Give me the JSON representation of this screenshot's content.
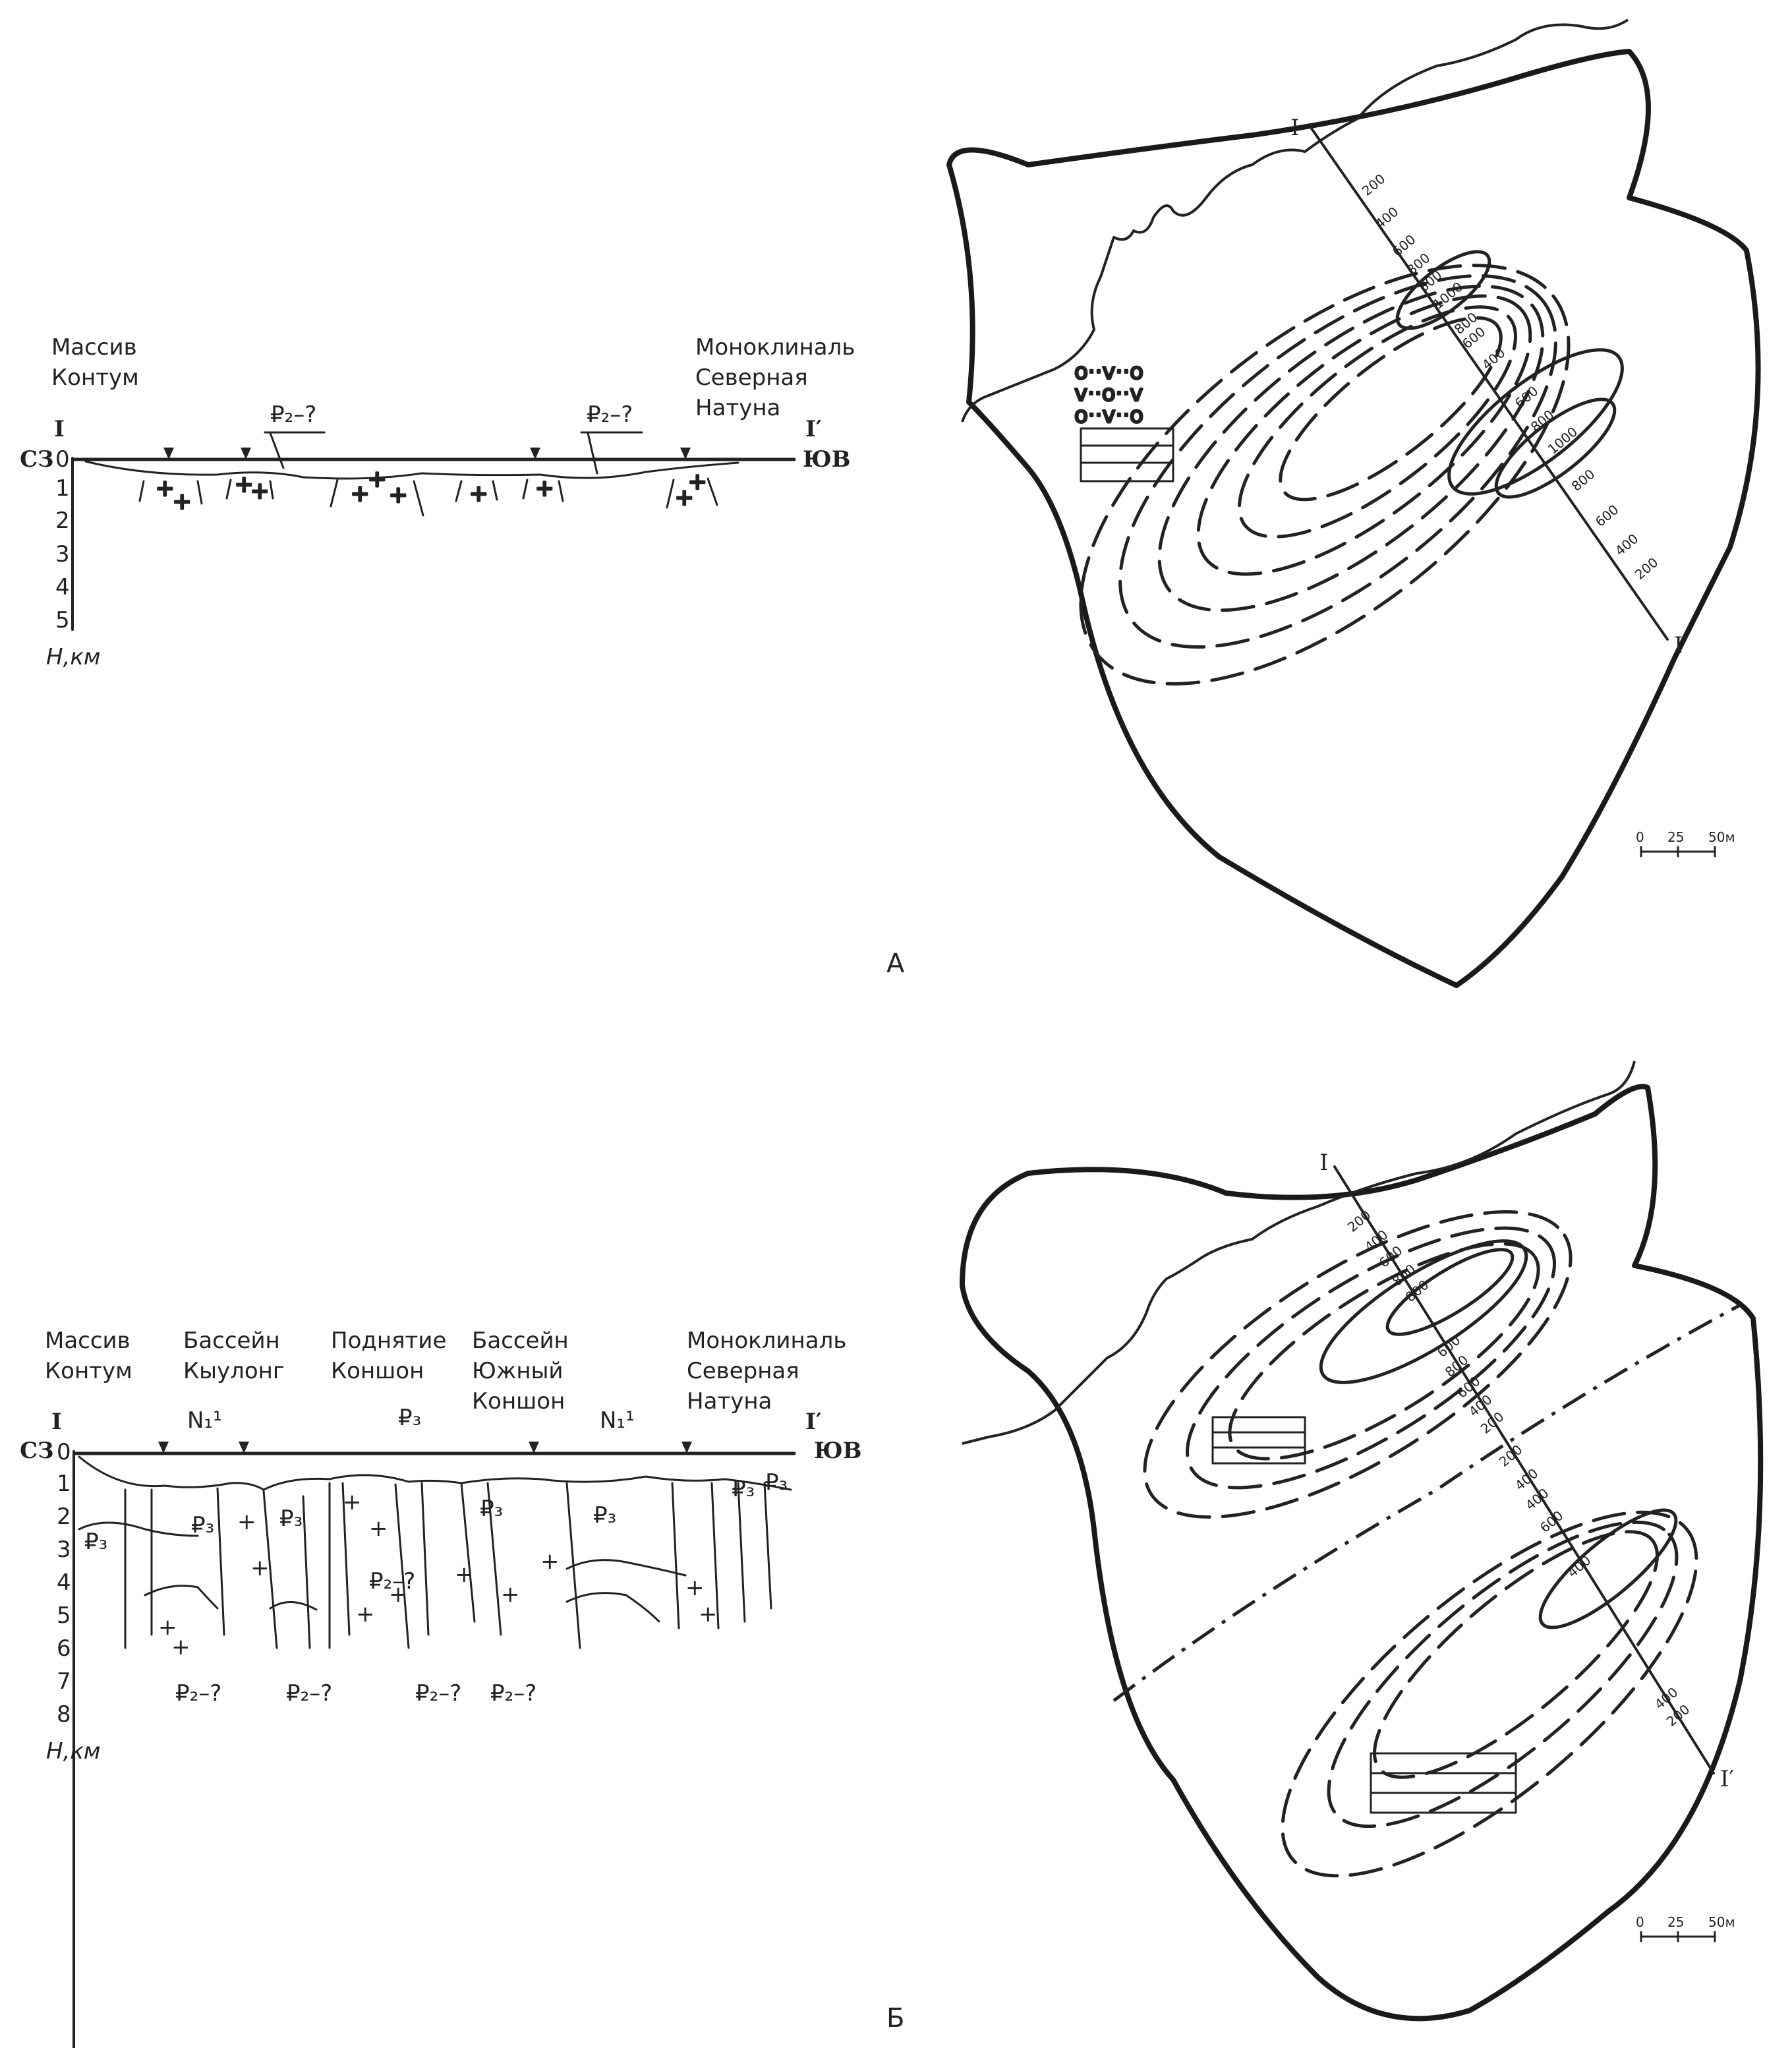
{
  "panel_a": {
    "letter": "А",
    "section": {
      "left_label_1": "Массив",
      "left_label_2": "Контум",
      "right_label_1": "Моноклиналь",
      "right_label_2": "Северная",
      "right_label_3": "Натуна",
      "start_marker": "I",
      "end_marker": "I′",
      "left_direction": "СЗ",
      "right_direction": "ЮВ",
      "depth_ticks": [
        "0",
        "1",
        "2",
        "3",
        "4",
        "5"
      ],
      "depth_axis_label": "H,км",
      "annotation_1": "₽₂–?",
      "annotation_2": "₽₂–?"
    },
    "map": {
      "profile_start": "I",
      "profile_end": "I′",
      "contours": [
        "200",
        "400",
        "600",
        "800",
        "800",
        "1000",
        "800",
        "600",
        "400",
        "600",
        "800",
        "1000",
        "800",
        "600",
        "400",
        "200"
      ],
      "scale": [
        "0",
        "25",
        "50м"
      ]
    }
  },
  "panel_b": {
    "letter": "Б",
    "section": {
      "label_1_a": "Массив",
      "label_1_b": "Контум",
      "label_2_a": "Бассейн",
      "label_2_b": "Кыулонг",
      "label_3_a": "Поднятие",
      "label_3_b": "Коншон",
      "label_4_a": "Бассейн",
      "label_4_b": "Южный",
      "label_4_c": "Коншон",
      "label_5_a": "Моноклиналь",
      "label_5_b": "Северная",
      "label_5_c": "Натуна",
      "start_marker": "I",
      "end_marker": "I′",
      "left_direction": "СЗ",
      "right_direction": "ЮВ",
      "depth_ticks": [
        "0",
        "1",
        "2",
        "3",
        "4",
        "5",
        "6",
        "7",
        "8"
      ],
      "depth_axis_label": "H,км",
      "n1_label_1": "N₁¹",
      "n1_label_2": "N₁¹",
      "p3_labels": [
        "₽₃",
        "₽₃",
        "₽₃",
        "₽₃",
        "₽₃",
        "₽₃",
        "₽₃",
        "₽₃"
      ],
      "p2_labels": [
        "₽₂–?",
        "₽₂–?",
        "₽₂–?",
        "₽₂–?",
        "₽₂–?"
      ]
    },
    "map": {
      "profile_start": "I",
      "profile_end": "I′",
      "contours": [
        "200",
        "400",
        "600",
        "800",
        "800",
        "600",
        "800",
        "600",
        "400",
        "200",
        "200",
        "400",
        "400",
        "600",
        "400",
        "400",
        "200"
      ],
      "scale": [
        "0",
        "25",
        "50м"
      ]
    }
  }
}
